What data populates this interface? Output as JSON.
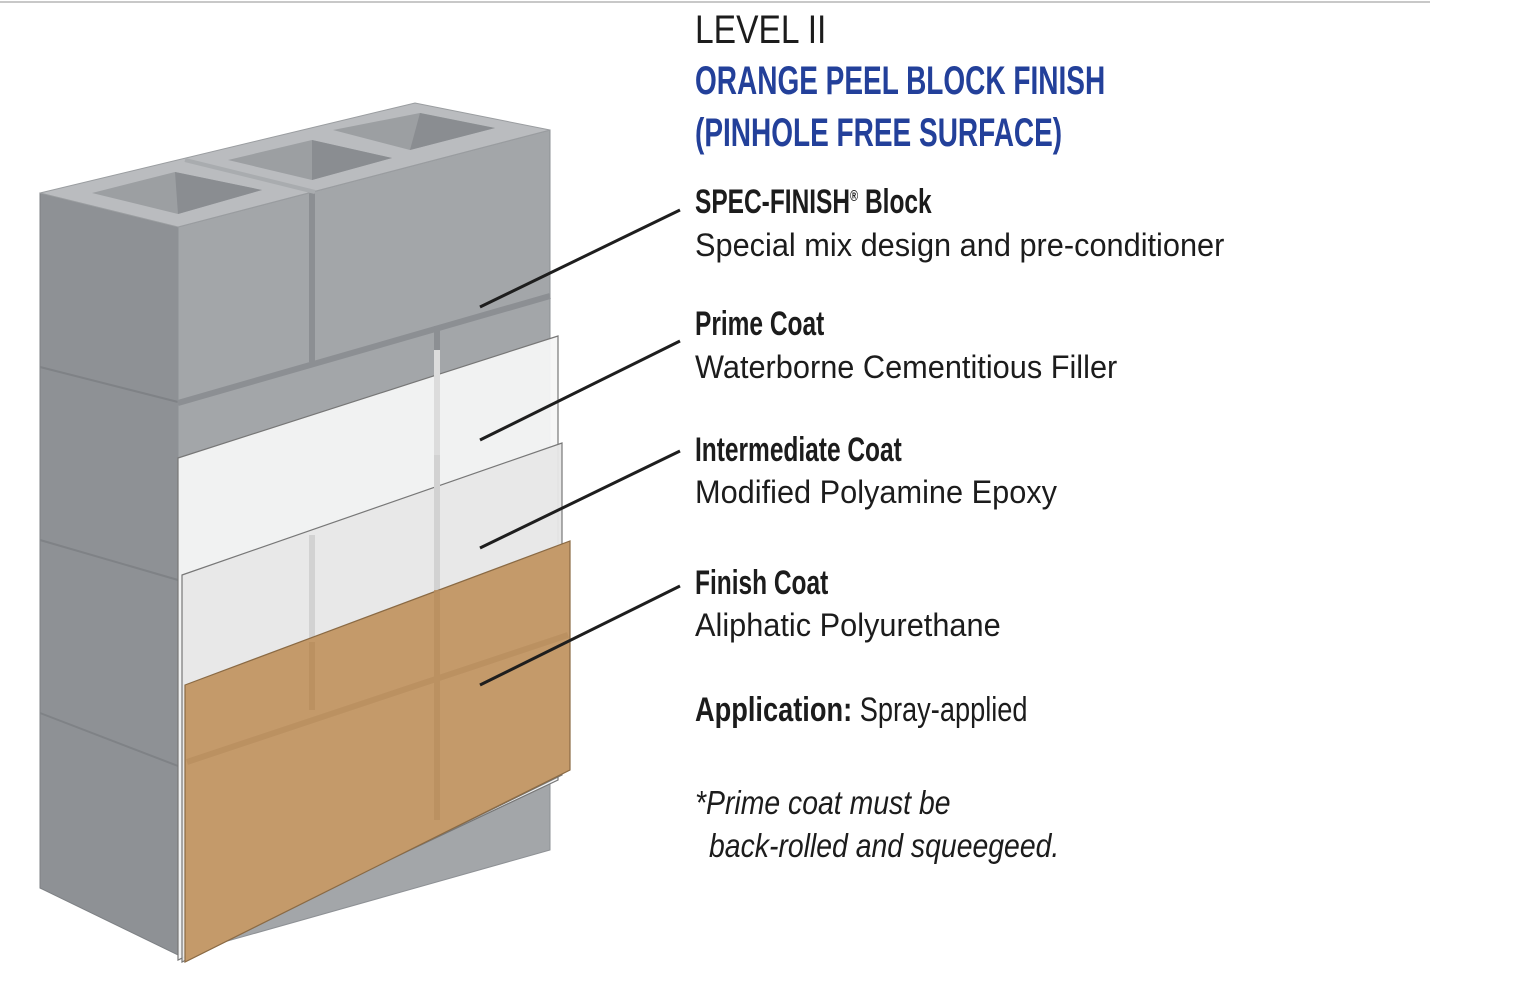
{
  "level": "LEVEL II",
  "title_line1": "ORANGE PEEL BLOCK FINISH",
  "title_line2": "(PINHOLE FREE SURFACE)",
  "layers": [
    {
      "name": "SPEC-FINISH",
      "mark": "®",
      "name_suffix": " Block",
      "description": "Special mix design and pre-conditioner"
    },
    {
      "name": "Prime Coat",
      "description": "Waterborne Cementitious Filler"
    },
    {
      "name": "Intermediate Coat",
      "description": "Modified Polyamine Epoxy"
    },
    {
      "name": "Finish Coat",
      "description": "Aliphatic Polyurethane"
    }
  ],
  "application": {
    "label": "Application:",
    "value": " Spray-applied"
  },
  "note_line1": "*Prime coat  must be",
  "note_line2": "back-rolled and squeegeed.",
  "colors": {
    "title": "#23409a",
    "block": "#a3a6a9",
    "finish_coat": "#c49a6a"
  }
}
